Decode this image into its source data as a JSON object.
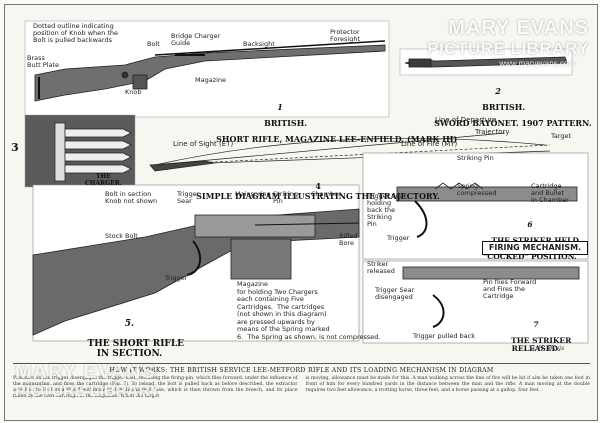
{
  "watermark": {
    "line1": "MARY EVANS",
    "line2": "PICTURE LIBRARY",
    "url": "www.maryevans.com",
    "bottom1": "MARY EVANS",
    "bottom2": "PICTURE LIBRARY"
  },
  "fig1": {
    "number": "1",
    "caption_line1": "BRITISH.",
    "caption_line2": "SHORT RIFLE, MAGAZINE LEE-ENFIELD. (MARK III)",
    "labels": {
      "dotted": "Dotted outline indicating\nposition of Knob when the\nBolt is pulled backwards",
      "bolt": "Bolt",
      "bridge": "Bridge Charger\nGuide",
      "backsight": "Backsight",
      "protector": "Protector\nForesight",
      "brass": "Brass\nButt Plate",
      "knob": "Knob",
      "magazine": "Magazine"
    }
  },
  "fig2": {
    "number": "2",
    "caption_line1": "BRITISH.",
    "caption_line2": "SWORD BAYONET. 1907 PATTERN."
  },
  "fig3": {
    "number": "3",
    "caption": "THE\nCHARGER."
  },
  "fig4": {
    "number": "4",
    "caption": "SIMPLE DIAGRAM ILLUSTRATING THE TRAJECTORY.",
    "labels": {
      "departure": "Line of Departure",
      "trajectory": "Trajectory",
      "target": "Target",
      "sight": "Line of Sight (ET)",
      "fire": "Line of Fire (MY)"
    }
  },
  "fig5": {
    "number": "5.",
    "caption": "THE SHORT RIFLE\nIN SECTION.",
    "labels": {
      "bolt_section": "Bolt in section\nKnob not shown",
      "trigger_sear": "Trigger\nSear",
      "mainspring": "Mainspring",
      "striking_pin": "Striking-\nPin",
      "chamber": "Chamber",
      "rifled_bore": "Rifled\nBore",
      "stock_bolt": "Stock Bolt",
      "trigger": "Trigger",
      "magazine_note": "Magazine\nfor holding Two Chargers\neach containing Five\nCartridges.  The cartridges\n(not shown in this diagram)\nare pressed upwards by\nmeans of the Spring marked\n6.  The Spring as shown, is not compressed."
    }
  },
  "fig6": {
    "number": "6",
    "caption": "THE STRIKER HELD\nBACK IN THE\n\"COCKED\" POSITION.",
    "labels": {
      "striking_pin": "Striking Pin",
      "trigger_sear": "Trigger Sear\nholding\nback the\nStriking\nPin",
      "spring": "Spring\ncompressed",
      "cartridge": "Cartridge\nand Bullet\nin Chamber",
      "trigger": "Trigger"
    }
  },
  "firing_mechanism": "FIRING MECHANISM.",
  "fig7": {
    "number": "7",
    "caption": "THE STRIKER\nRELEASED.",
    "labels": {
      "striker": "Striker\nreleased",
      "sear": "Trigger Sear\ndisengaged",
      "pin": "Pin flies Forward\nand Fires the\nCartridge",
      "pulled": "Trigger pulled back"
    }
  },
  "signature": "G. H. Davis",
  "footer": {
    "title": "HOW IT WORKS: THE BRITISH SERVICE LEE-METFORD RIFLE AND ITS LOADING MECHANISM IN DIAGRAM",
    "col1": "Pressure on the trigger disengages the trigger-sear, releasing the firing-pin, which flies forward, under the influence of the mainspring, and fires the cartridge (Fig. 7). To reload, the bolt is pulled back as before described, the extractor attached to its forward-end withdrawing the discharged case, which is then thrown from the breech, and its place taken by the next cartridge in the magazine. When the target",
    "col2": "is moving, allowance must be made for this. A man walking across the line of fire will be hit if aim be taken one foot in front of him for every hundred yards in the distance between the man and the rifle. A man moving at the double requires two feet allowance, a trotting horse, three feet, and a horse passing at a gallop, four feet."
  }
}
